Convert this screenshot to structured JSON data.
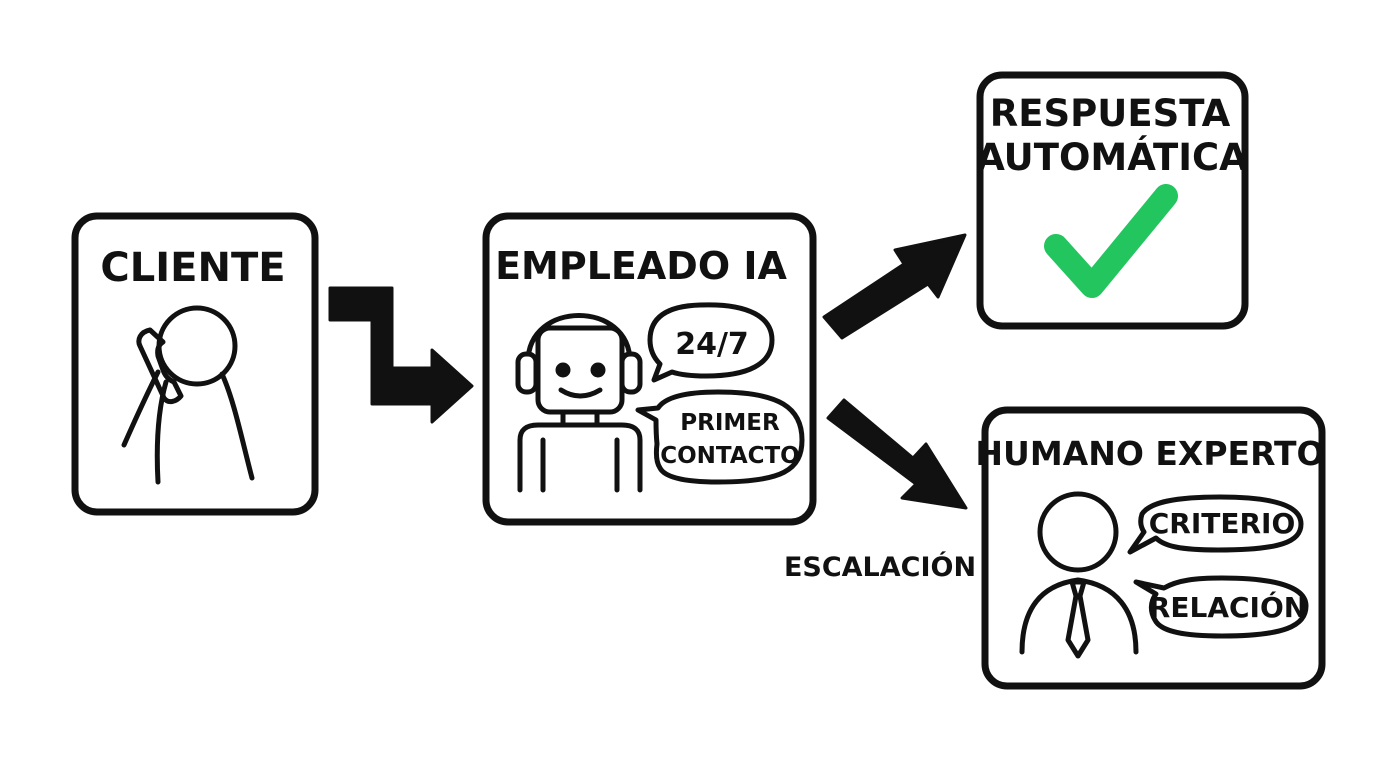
{
  "colors": {
    "ink": "#111111",
    "background": "#ffffff",
    "check": "#22c55e"
  },
  "nodes": {
    "cliente": {
      "title": "CLIENTE",
      "icon": "person-on-phone-icon"
    },
    "empleado": {
      "title": "EMPLEADO IA",
      "icon": "robot-headset-icon",
      "bubble_1": "24/7",
      "bubble_2_line_1": "PRIMER",
      "bubble_2_line_2": "CONTACTO"
    },
    "respuesta": {
      "title_line_1": "RESPUESTA",
      "title_line_2": "AUTOMÁTICA",
      "icon": "checkmark-icon"
    },
    "humano": {
      "title": "HUMANO EXPERTO",
      "icon": "person-with-tie-icon",
      "bubble_1": "CRITERIO",
      "bubble_2": "RELACIÓN"
    }
  },
  "edges": {
    "escalation_label": "ESCALACIÓN"
  }
}
